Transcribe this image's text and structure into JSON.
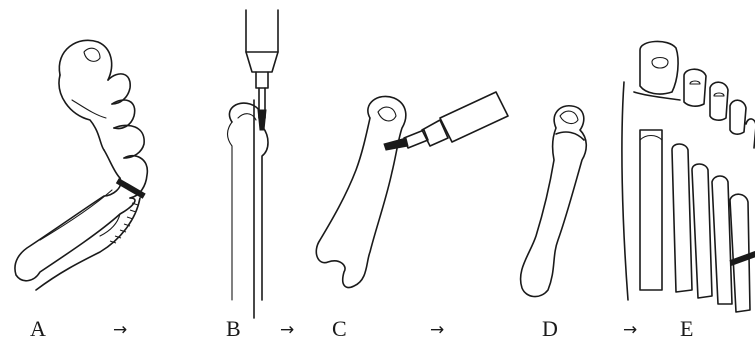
{
  "steps": [
    {
      "label": "A"
    },
    {
      "label": "B"
    },
    {
      "label": "C"
    },
    {
      "label": "D"
    },
    {
      "label": "E"
    }
  ],
  "arrow_glyph": "→",
  "colors": {
    "ink": "#1a1a1a",
    "background": "#ffffff"
  }
}
